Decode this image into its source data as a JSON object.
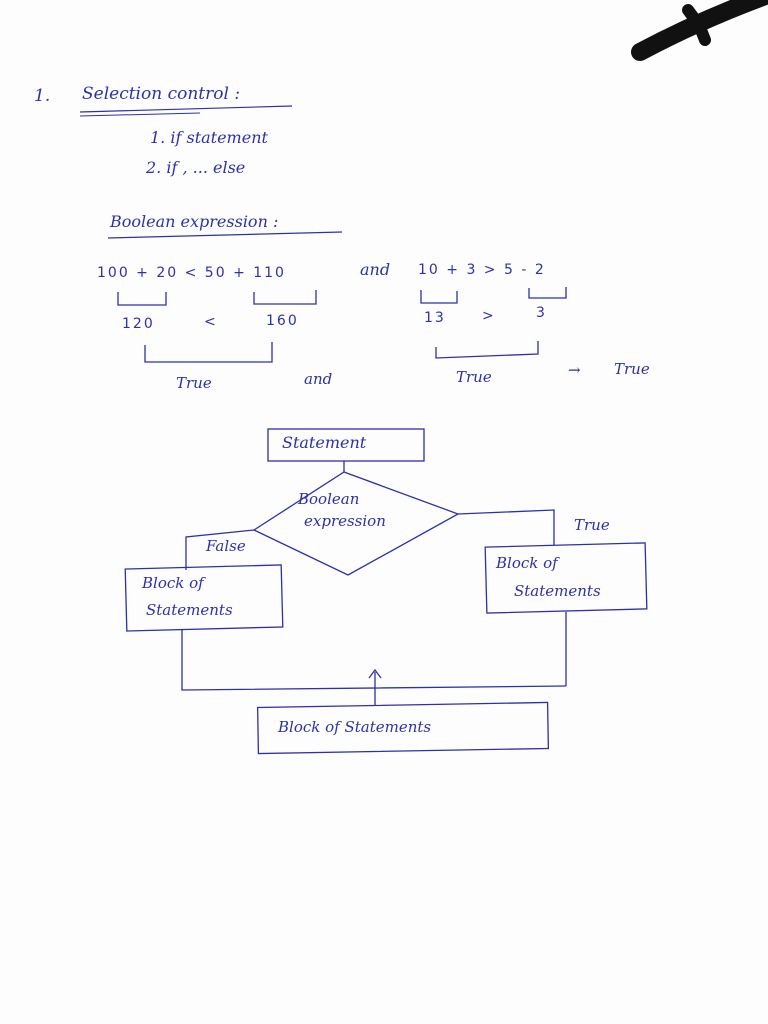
{
  "heading": {
    "number": "1.",
    "title": "Selection control :"
  },
  "list": [
    "1. if statement",
    "2. if , ... else"
  ],
  "boolean_section": {
    "title": "Boolean expression :",
    "expr_left": "100 + 20 < 50 + 110",
    "and_word": "and",
    "expr_right": "10 + 3 > 5 - 2",
    "val_120": "120",
    "lt_sign": "<",
    "val_160": "160",
    "val_13": "13",
    "gt_sign": ">",
    "val_3": "3",
    "true_left": "True",
    "and_mid": "and",
    "true_right": "True",
    "arrow": "→",
    "true_result": "True"
  },
  "flowchart": {
    "statement": "Statement",
    "decision_line1": "Boolean",
    "decision_line2": "expression",
    "false_label": "False",
    "true_label": "True",
    "left_block_line1": "Block of",
    "left_block_line2": "Statements",
    "right_block_line1": "Block of",
    "right_block_line2": "Statements",
    "bottom_block": "Block of Statements"
  }
}
